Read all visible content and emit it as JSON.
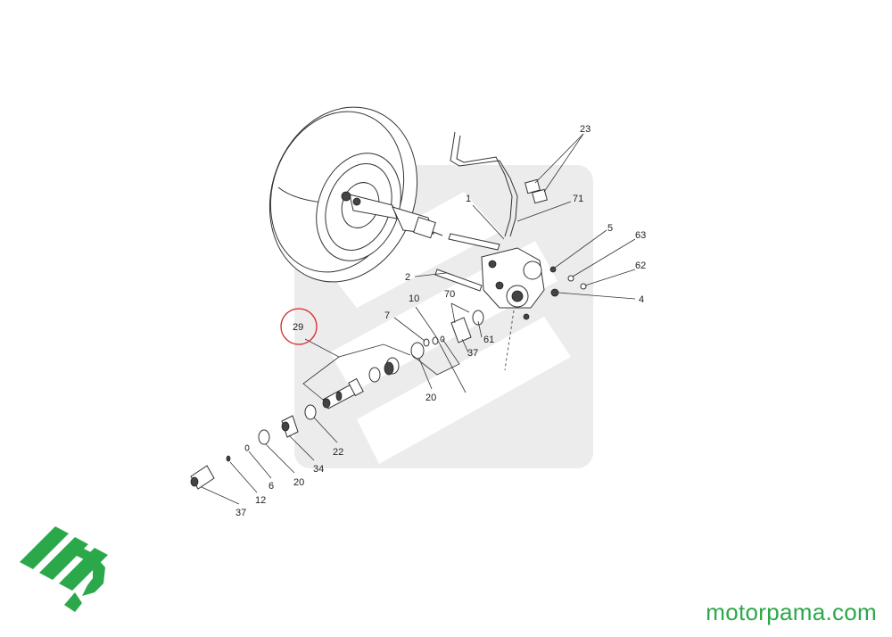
{
  "diagram": {
    "labels": {
      "l1": "1",
      "l2": "2",
      "l4": "4",
      "l5": "5",
      "l6": "6",
      "l7": "7",
      "l10": "10",
      "l12": "12",
      "l20a": "20",
      "l20b": "20",
      "l22": "22",
      "l23": "23",
      "l29": "29",
      "l34": "34",
      "l37a": "37",
      "l37b": "37",
      "l61": "61",
      "l62": "62",
      "l63": "63",
      "l70": "70",
      "l71": "71"
    },
    "highlighted_part": "29",
    "highlight_color": "#d9262c"
  },
  "branding": {
    "website": "motorpama.com",
    "logo_color": "#2ba84a",
    "watermark_color": "#ececec"
  }
}
